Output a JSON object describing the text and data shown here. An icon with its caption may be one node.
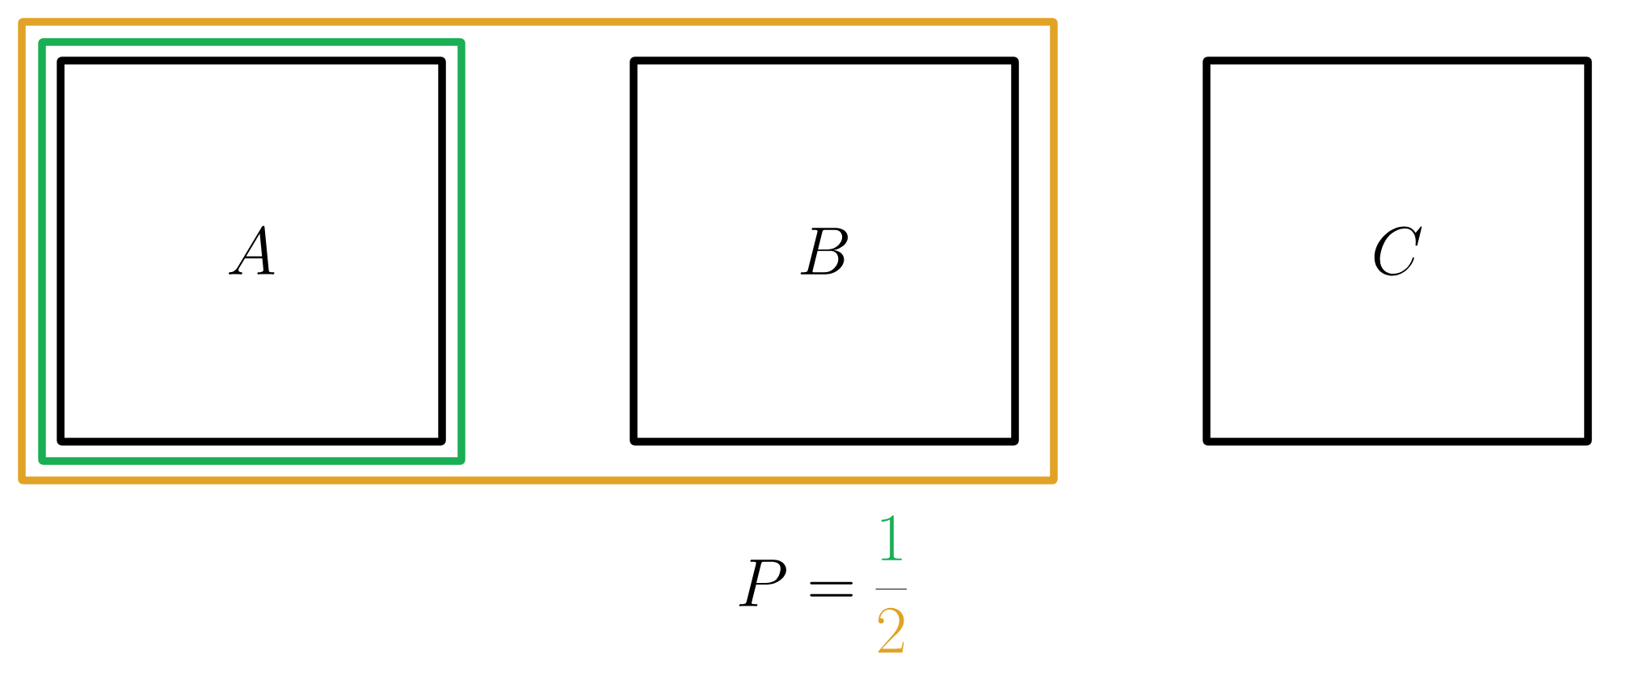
{
  "diagram": {
    "nodes": [
      {
        "text": [],
        "shape": "box"
      },
      {
        "text": [],
        "shape": "box",
        "in": 0
      },
      {
        "text": [
          "A"
        ],
        "in": 1
      },
      {
        "text": [
          "B"
        ],
        "in": 0
      },
      {
        "text": [
          "C"
        ]
      }
    ],
    "labels": [
      "P = \\frac{\\textcolor[HTML]{1AAF54}{1}}{\\textcolor[HTML]{E1A325}{2}}"
    ]
  }
}
